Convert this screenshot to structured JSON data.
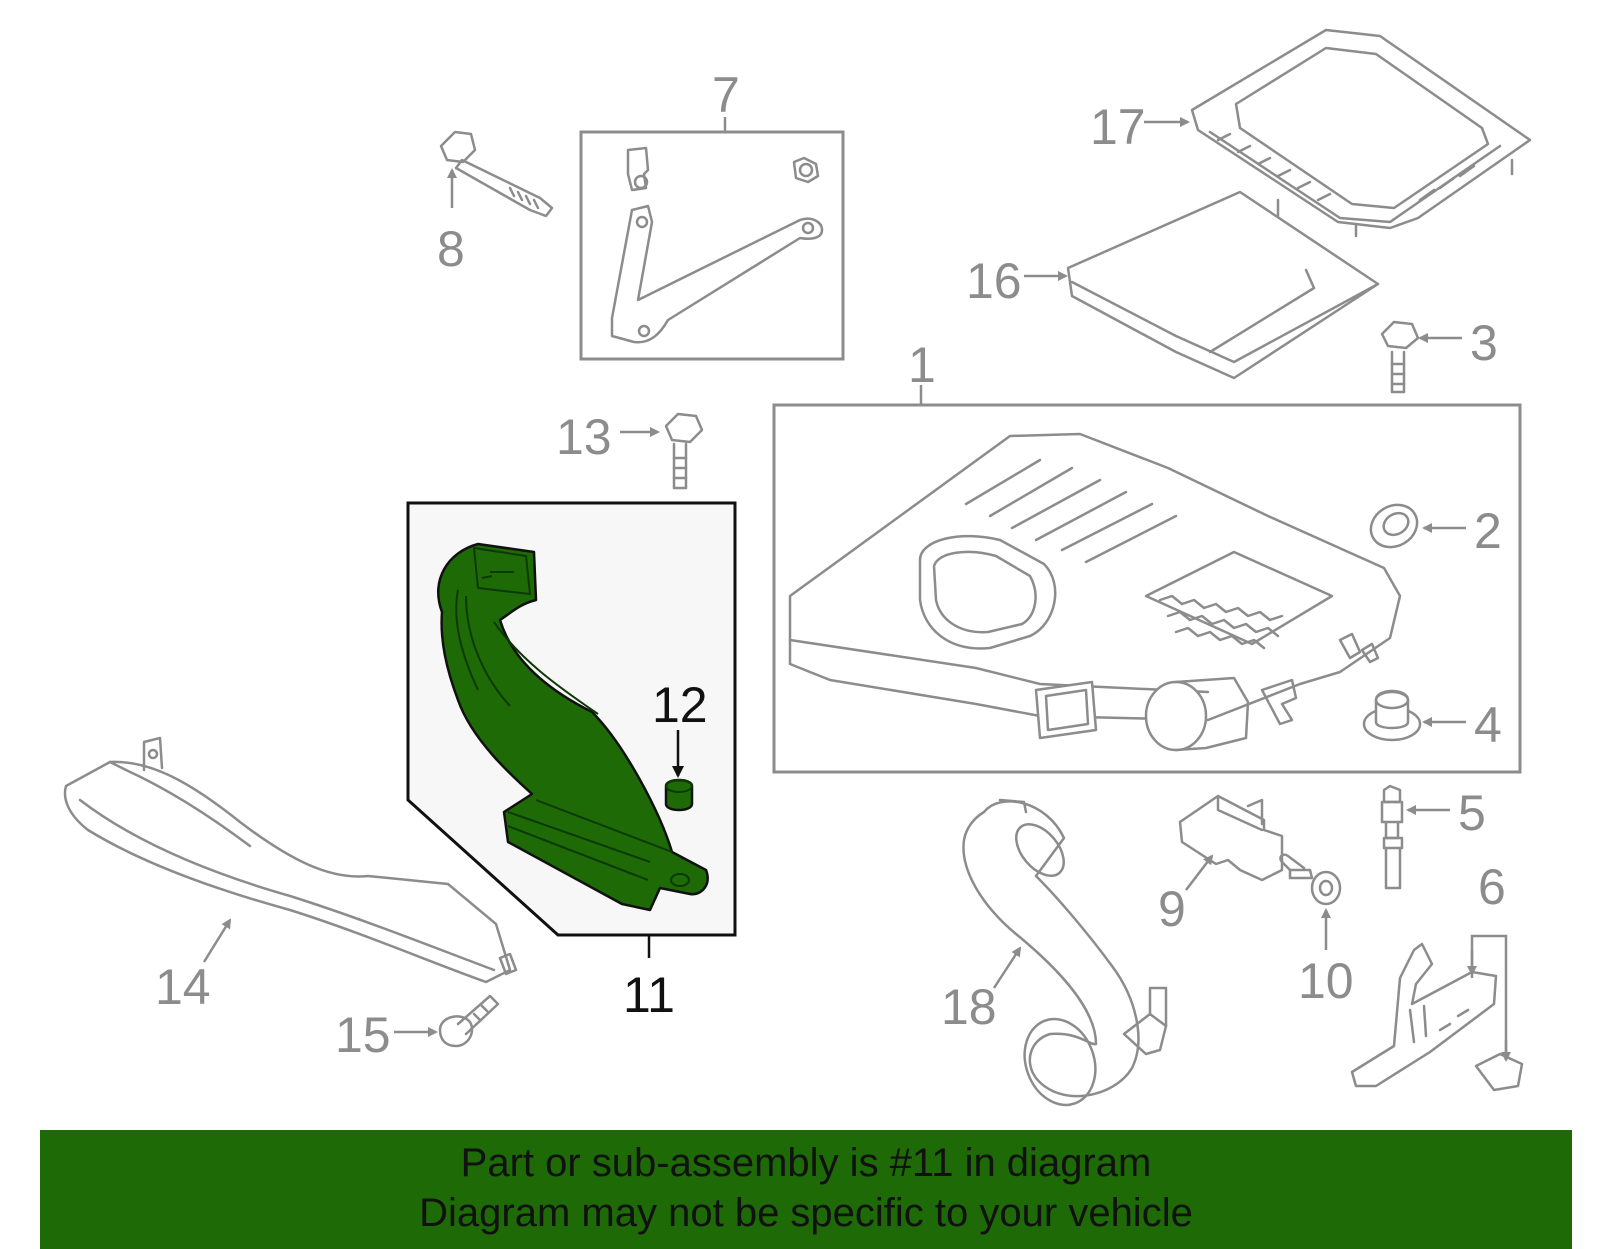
{
  "callouts": {
    "c1": "1",
    "c2": "2",
    "c3": "3",
    "c4": "4",
    "c5": "5",
    "c6": "6",
    "c7": "7",
    "c8": "8",
    "c9": "9",
    "c10": "10",
    "c11": "11",
    "c12": "12",
    "c13": "13",
    "c14": "14",
    "c15": "15",
    "c16": "16",
    "c17": "17",
    "c18": "18"
  },
  "highlight": {
    "part_number": "11",
    "color": "#1d6a07"
  },
  "banner": {
    "line1": "Part or sub-assembly is #11 in diagram",
    "line2": "Diagram may not be specific to your vehicle",
    "background": "#1d6a07"
  }
}
